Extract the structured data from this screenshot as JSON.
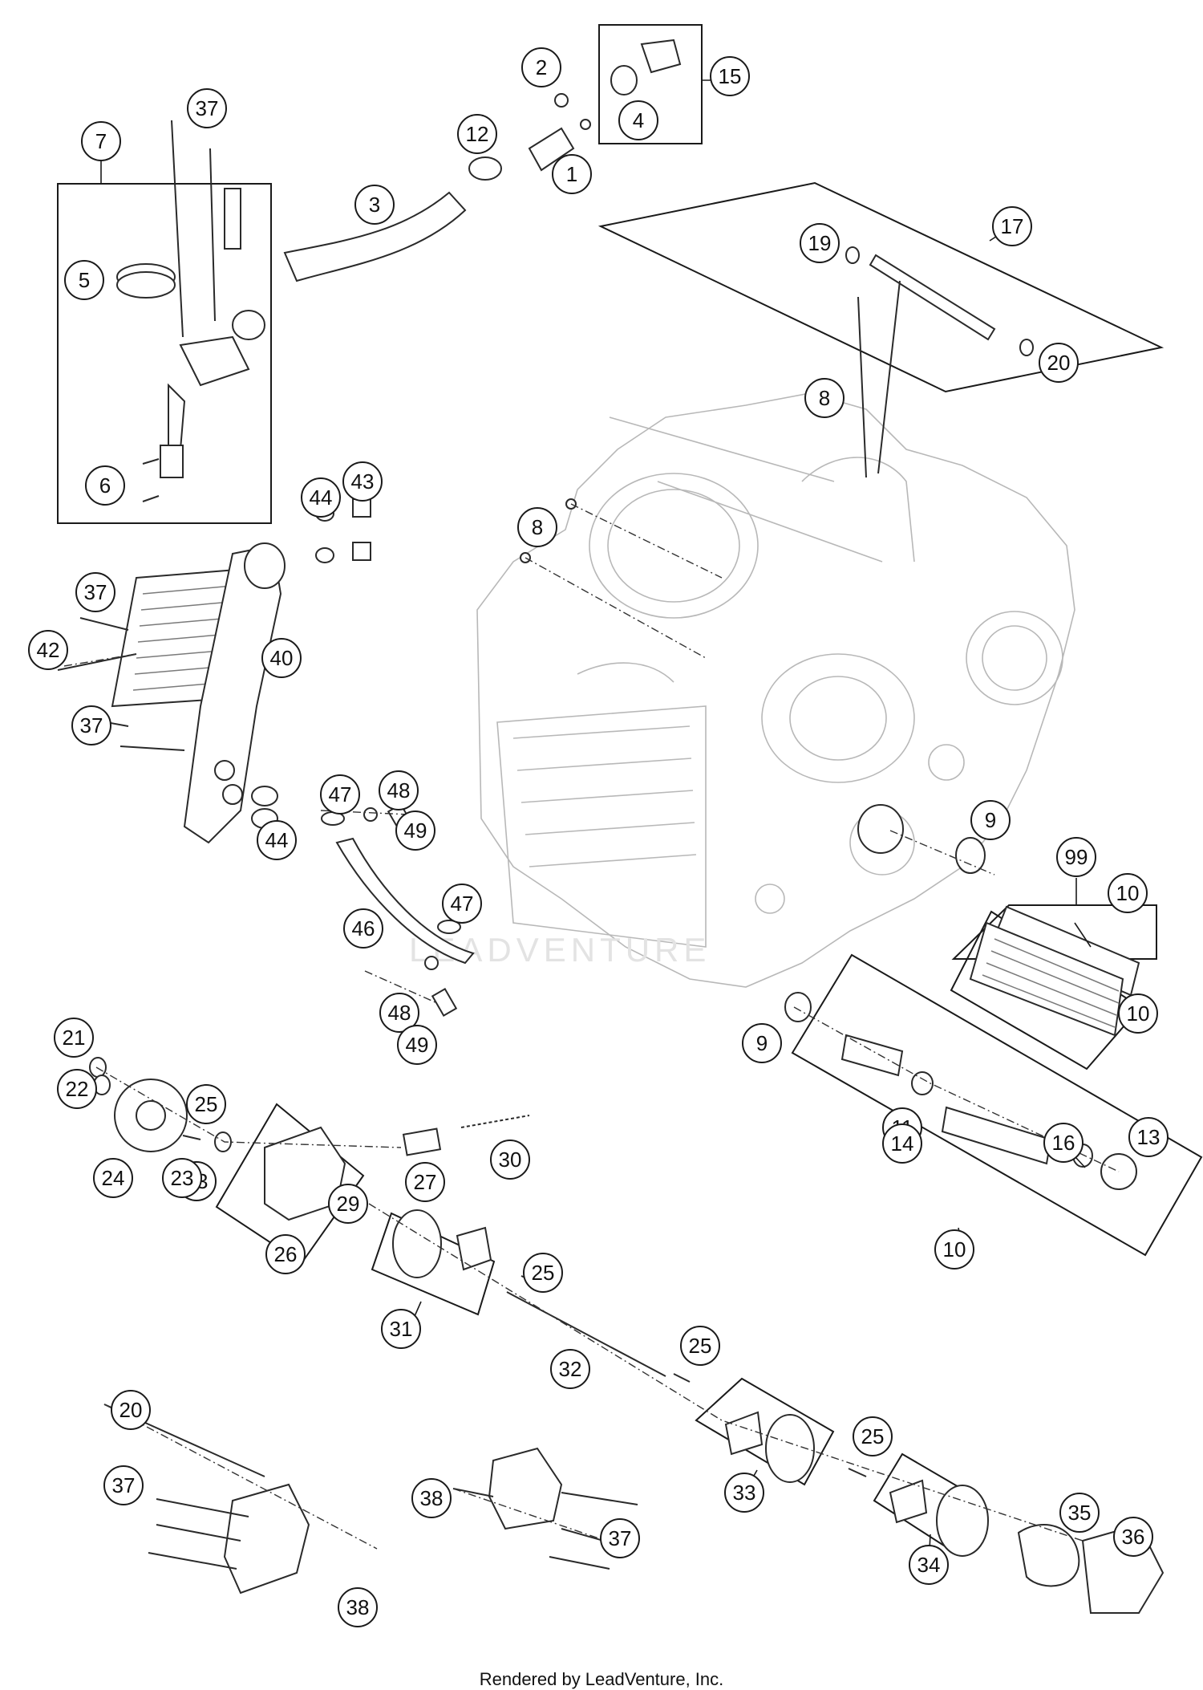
{
  "watermark": "LEADVENTURE",
  "footer": "Rendered by LeadVenture, Inc.",
  "callouts": [
    "1",
    "2",
    "3",
    "4",
    "5",
    "6",
    "7",
    "8",
    "8",
    "9",
    "9",
    "10",
    "10",
    "10",
    "11",
    "12",
    "13",
    "14",
    "15",
    "16",
    "17",
    "19",
    "20",
    "20",
    "21",
    "22",
    "23",
    "23",
    "24",
    "25",
    "25",
    "25",
    "25",
    "26",
    "27",
    "29",
    "30",
    "31",
    "32",
    "33",
    "34",
    "35",
    "36",
    "37",
    "37",
    "37",
    "37",
    "37",
    "38",
    "38",
    "40",
    "42",
    "43",
    "44",
    "44",
    "46",
    "47",
    "47",
    "48",
    "48",
    "49",
    "49",
    "99"
  ]
}
